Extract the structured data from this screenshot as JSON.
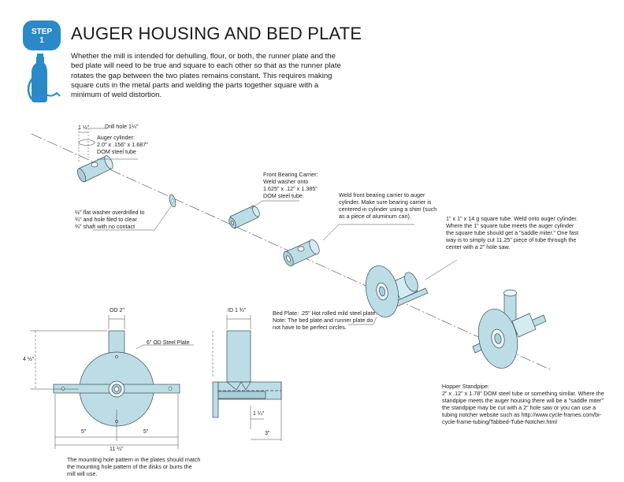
{
  "header": {
    "step_label": "STEP",
    "step_number": "1",
    "title": "AUGER HOUSING AND BED PLATE",
    "intro": "Whether the mill is intended for dehulling, flour, or both, the runner plate and the bed plate will need to be true and square to each other so that as the runner plate rotates the gap between the two plates remains constant. This requires making square cuts in the metal parts and welding the parts together square with a minimum of weld distortion."
  },
  "callouts": {
    "drill_hole": "Drill hole 1¼\"",
    "drill_dim": "1 ½\"",
    "auger_cylinder_l1": "Auger cylinder:",
    "auger_cylinder_l2": "2.0\" x .156\" x 1.687\"",
    "auger_cylinder_l3": "DOM steel tube",
    "front_bearing_l1": "Front Bearing Carrier:",
    "front_bearing_l2": "Weld washer onto",
    "front_bearing_l3": "1.625\" x .12\" x 1.385\"",
    "front_bearing_l4": "DOM steel tube.",
    "washer_l1": "½\" flat washer overdrilled to",
    "washer_l2": "¾\" and hole filed to clear",
    "washer_l3": "¾\" shaft with no contact",
    "weld_front": "Weld front bearing carrier to auger cylinder. Make sure bearing carrier is centered in cylinder using a shim (such as a piece of aluminum can).",
    "square_tube": "1\" x 1\" x 14 g square tube. Weld onto auger cylinder. Where the 1\" square tube meets the auger cylinder the square tube should get a \"saddle miter.\" One fast way is to simply cut 11.25\" piece of tube through the center with a 2\" hole saw.",
    "bed_plate": "Bed Plate: .25\" Hot rolled mild steel plate. Note: The bed plate and runner plate do not have to be perfect circles.",
    "hopper_title": "Hopper Standpipe:",
    "hopper_body": "2\" x .12\" x 1.78\" DOM steel tube or something similar. Where the standpipe meets the auger housing there will be a \"saddle miter\" the standpipe may be cut with a 2\" hole saw or you can use a tubing notcher website such as  http://www.cycle-frames.com/bi-cycle-frame-tubing/Tabbed-Tube-Notcher.html",
    "od2": "OD 2\"",
    "steel_plate": "6\" OD Steel Plate",
    "dim_4half": "4 ½\"",
    "dim_5_left": "5\"",
    "dim_5_right": "5\"",
    "dim_11quarter": "11 ¼\"",
    "mounting_note": "The mounting hole pattern in the plates should match the mounting hole pattern of the disks or burrs the mill will use.",
    "id1_3_4": "ID 1 ¾\"",
    "dim_1quarter": "1 ¼\"",
    "dim_3": "3\""
  },
  "colors": {
    "badge": "#2a8ac7",
    "part_fill": "#bcdde5",
    "part_stroke": "#3a4a55"
  }
}
